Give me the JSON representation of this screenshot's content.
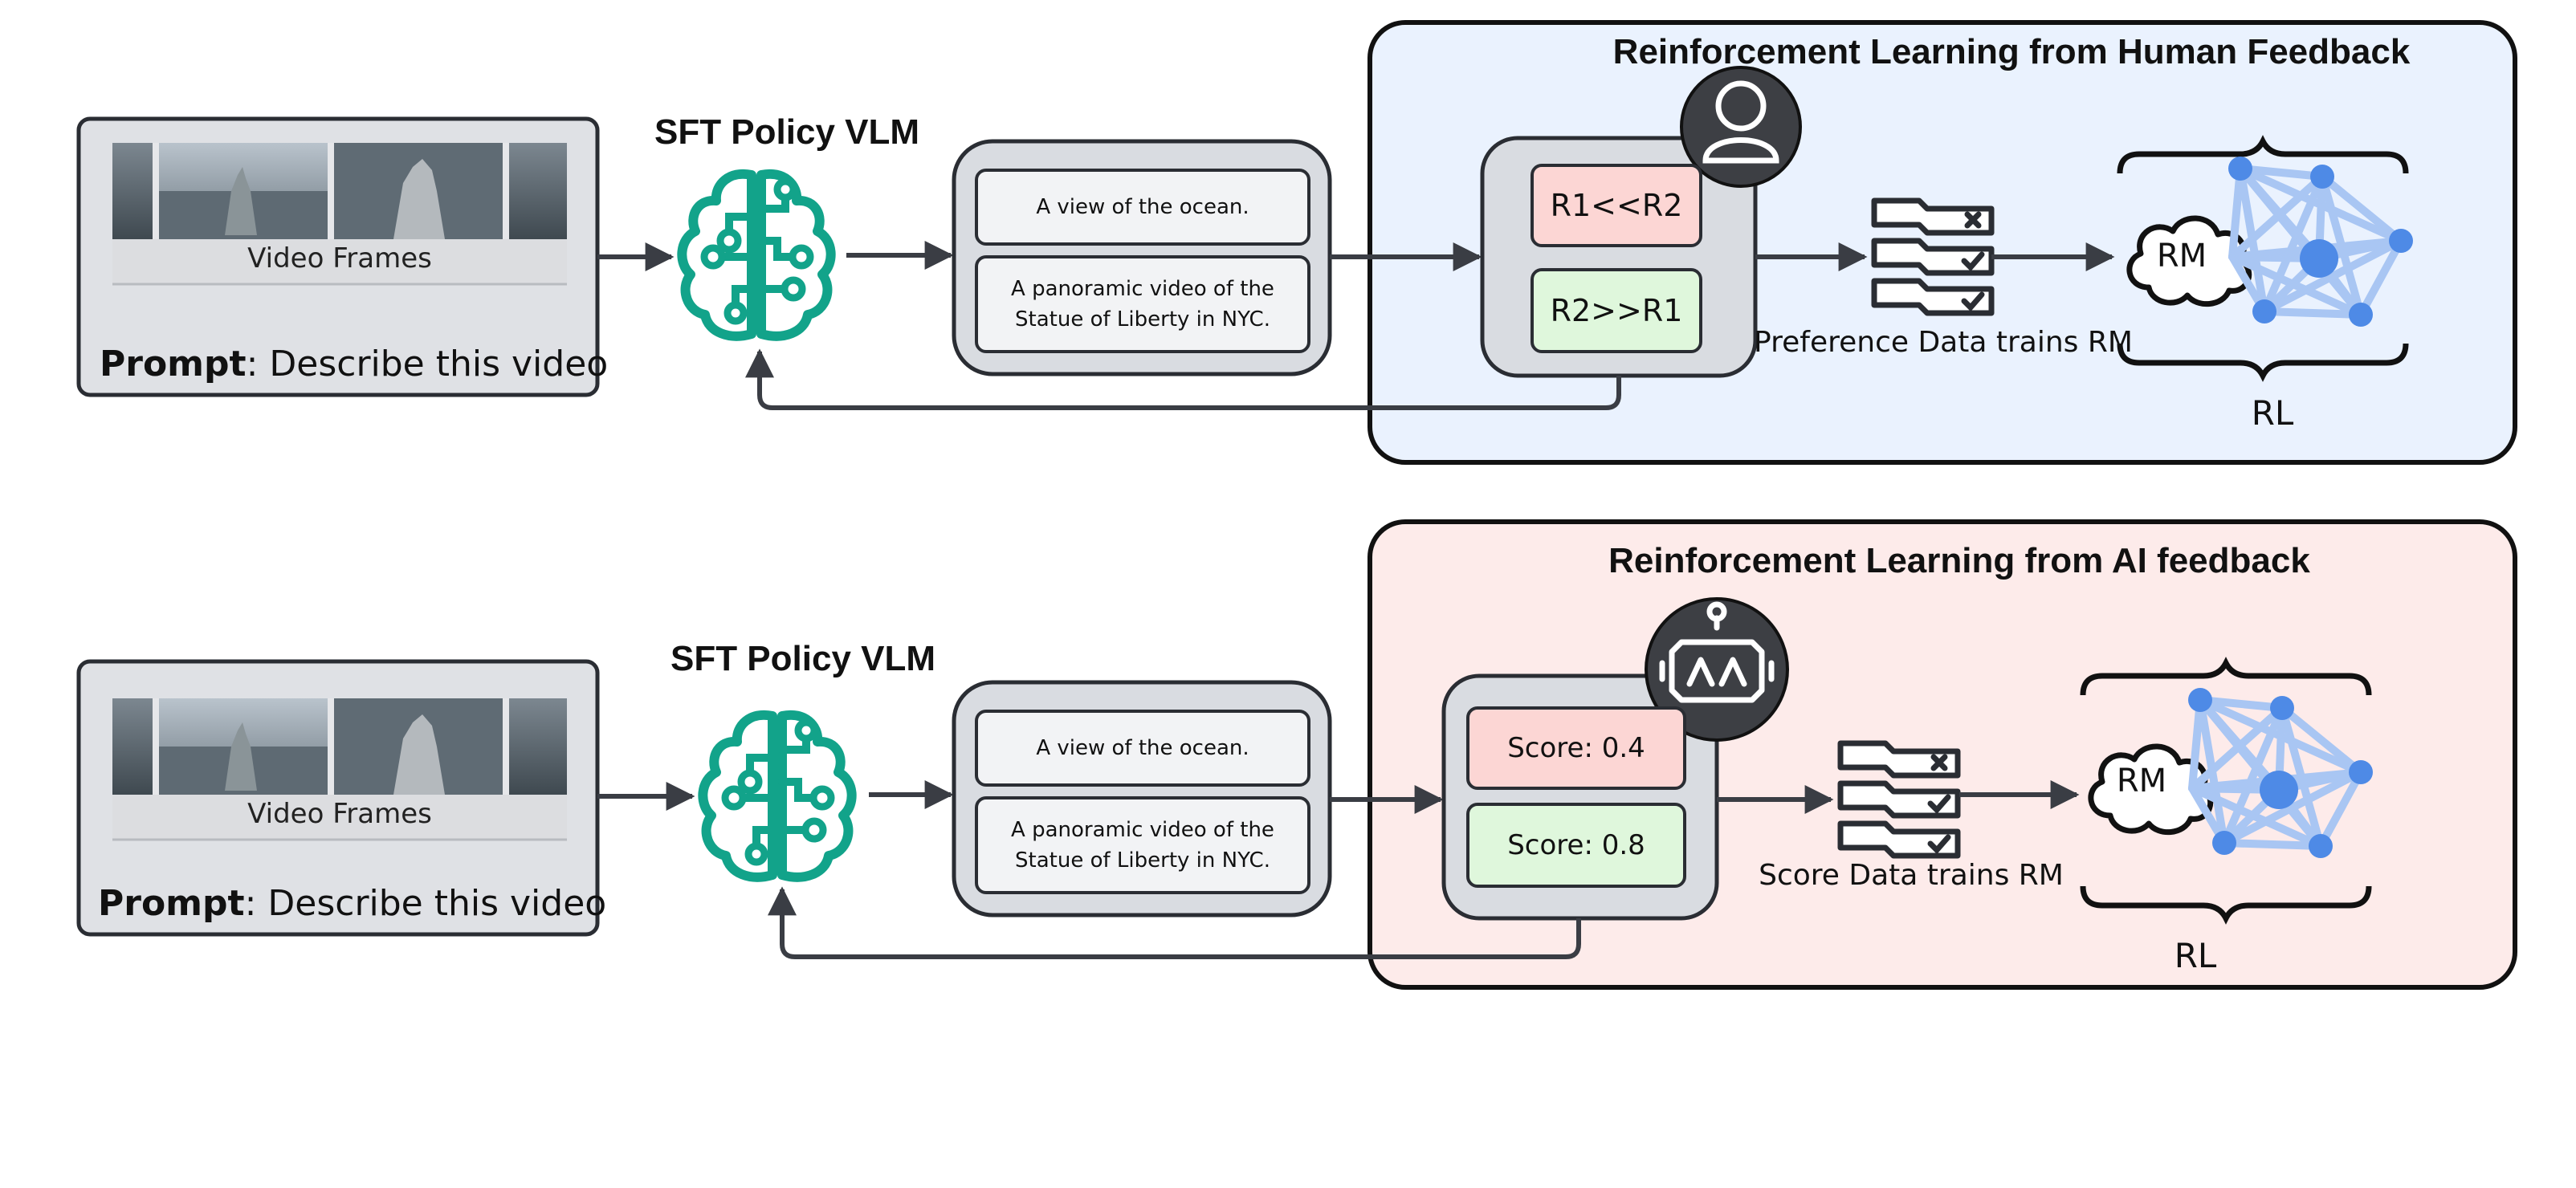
{
  "colors": {
    "rlhf_bg": "#eaf2fe",
    "rlaif_bg": "#fdebea",
    "frame_bg": "#dfe1e5",
    "brain": "#12a38a",
    "network": "#8eb6f0",
    "stroke": "#2a2d33"
  },
  "rlhf": {
    "title": "Reinforcement Learning from Human Feedback",
    "policy_label": "SFT Policy VLM",
    "video_frames_label": "Video Frames",
    "prompt_bold": "Prompt",
    "prompt_rest": ": Describe this video",
    "response_1": "A view of the ocean.",
    "response_2": "A panoramic video of the Statue of Liberty in NYC.",
    "rank_1": "R1<<R2",
    "rank_2": "R2>>R1",
    "data_caption": "Preference Data trains RM",
    "rm_label": "RM",
    "rl_label": "RL",
    "annotator_icon": "person-icon"
  },
  "rlaif": {
    "title": "Reinforcement Learning from AI feedback",
    "policy_label": "SFT Policy VLM",
    "video_frames_label": "Video Frames",
    "prompt_bold": "Prompt",
    "prompt_rest": ": Describe this video",
    "response_1": "A view of the ocean.",
    "response_2": "A panoramic video of the Statue of Liberty in NYC.",
    "score_1": "Score: 0.4",
    "score_2": "Score: 0.8",
    "data_caption": "Score Data trains RM",
    "rm_label": "RM",
    "rl_label": "RL",
    "annotator_icon": "robot-icon"
  }
}
